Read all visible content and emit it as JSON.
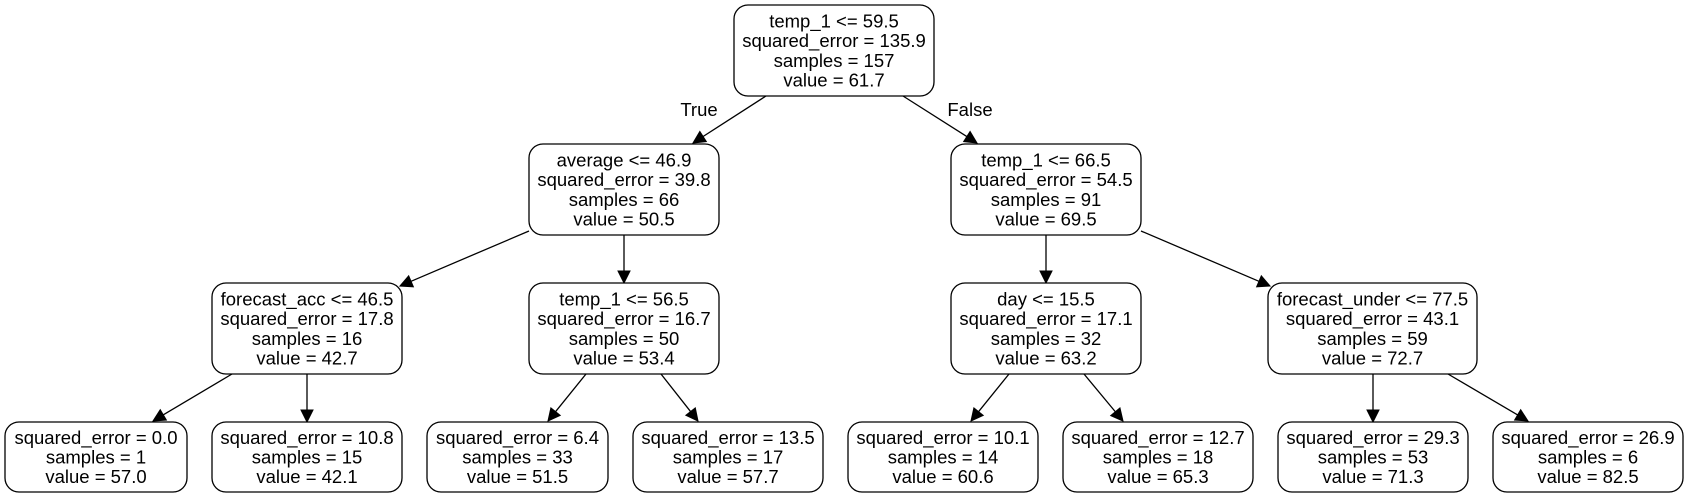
{
  "tree": {
    "nodes": [
      {
        "id": "n0",
        "lines": [
          "temp_1 <= 59.5",
          "squared_error = 135.9",
          "samples = 157",
          "value = 61.7"
        ]
      },
      {
        "id": "n1",
        "lines": [
          "average <= 46.9",
          "squared_error = 39.8",
          "samples = 66",
          "value = 50.5"
        ]
      },
      {
        "id": "n2",
        "lines": [
          "temp_1 <= 66.5",
          "squared_error = 54.5",
          "samples = 91",
          "value = 69.5"
        ]
      },
      {
        "id": "n3",
        "lines": [
          "forecast_acc <= 46.5",
          "squared_error = 17.8",
          "samples = 16",
          "value = 42.7"
        ]
      },
      {
        "id": "n4",
        "lines": [
          "temp_1 <= 56.5",
          "squared_error = 16.7",
          "samples = 50",
          "value = 53.4"
        ]
      },
      {
        "id": "n5",
        "lines": [
          "day <= 15.5",
          "squared_error = 17.1",
          "samples = 32",
          "value = 63.2"
        ]
      },
      {
        "id": "n6",
        "lines": [
          "forecast_under <= 77.5",
          "squared_error = 43.1",
          "samples = 59",
          "value = 72.7"
        ]
      },
      {
        "id": "n7",
        "lines": [
          "squared_error = 0.0",
          "samples = 1",
          "value = 57.0"
        ]
      },
      {
        "id": "n8",
        "lines": [
          "squared_error = 10.8",
          "samples = 15",
          "value = 42.1"
        ]
      },
      {
        "id": "n9",
        "lines": [
          "squared_error = 6.4",
          "samples = 33",
          "value = 51.5"
        ]
      },
      {
        "id": "n10",
        "lines": [
          "squared_error = 13.5",
          "samples = 17",
          "value = 57.7"
        ]
      },
      {
        "id": "n11",
        "lines": [
          "squared_error = 10.1",
          "samples = 14",
          "value = 60.6"
        ]
      },
      {
        "id": "n12",
        "lines": [
          "squared_error = 12.7",
          "samples = 18",
          "value = 65.3"
        ]
      },
      {
        "id": "n13",
        "lines": [
          "squared_error = 29.3",
          "samples = 53",
          "value = 71.3"
        ]
      },
      {
        "id": "n14",
        "lines": [
          "squared_error = 26.9",
          "samples = 6",
          "value = 82.5"
        ]
      }
    ],
    "edges": [
      {
        "from": "n0",
        "to": "n1",
        "label": "True"
      },
      {
        "from": "n0",
        "to": "n2",
        "label": "False"
      },
      {
        "from": "n1",
        "to": "n3",
        "label": ""
      },
      {
        "from": "n1",
        "to": "n4",
        "label": ""
      },
      {
        "from": "n2",
        "to": "n5",
        "label": ""
      },
      {
        "from": "n2",
        "to": "n6",
        "label": ""
      },
      {
        "from": "n3",
        "to": "n7",
        "label": ""
      },
      {
        "from": "n3",
        "to": "n8",
        "label": ""
      },
      {
        "from": "n4",
        "to": "n9",
        "label": ""
      },
      {
        "from": "n4",
        "to": "n10",
        "label": ""
      },
      {
        "from": "n5",
        "to": "n11",
        "label": ""
      },
      {
        "from": "n5",
        "to": "n12",
        "label": ""
      },
      {
        "from": "n6",
        "to": "n13",
        "label": ""
      },
      {
        "from": "n6",
        "to": "n14",
        "label": ""
      }
    ]
  }
}
